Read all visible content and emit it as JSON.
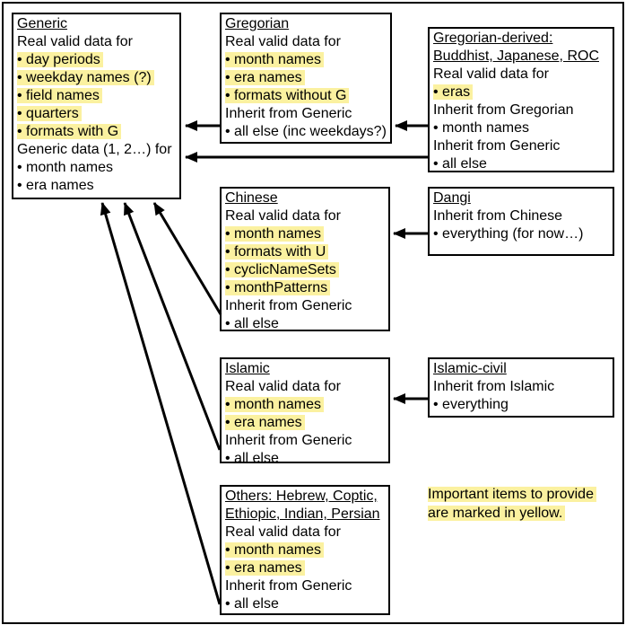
{
  "colors": {
    "highlight": "#FBF1A0",
    "box_border": "#000000",
    "arrow": "#000000",
    "background": "#FFFFFF"
  },
  "boxes": {
    "generic": {
      "lines": [
        "Generic",
        "Real valid data for",
        "• day periods",
        "• weekday names (?)",
        "• field names",
        "• quarters",
        "• formats with G",
        "Generic data (1, 2…) for",
        "• month names",
        "• era names"
      ]
    },
    "gregorian": {
      "lines": [
        "Gregorian",
        "Real valid data for",
        "• month names",
        "• era names",
        "• formats without G",
        "Inherit from Generic",
        "• all else (inc weekdays?)"
      ]
    },
    "gregorian_derived": {
      "lines": [
        "Gregorian-derived:",
        "Buddhist, Japanese, ROC",
        "Real valid data for",
        "• eras",
        "Inherit from Gregorian",
        "• month names",
        "Inherit from Generic",
        "• all else"
      ]
    },
    "chinese": {
      "lines": [
        "Chinese",
        "Real valid data for",
        "• month names",
        "• formats with U",
        "• cyclicNameSets",
        "• monthPatterns",
        "Inherit from Generic",
        "• all else"
      ]
    },
    "dangi": {
      "lines": [
        "Dangi",
        "Inherit from Chinese",
        "• everything (for now…)"
      ]
    },
    "islamic": {
      "lines": [
        "Islamic",
        "Real valid data for",
        "• month names",
        "• era names",
        "Inherit from Generic",
        "• all else"
      ]
    },
    "islamic_civil": {
      "lines": [
        "Islamic-civil",
        "Inherit from Islamic",
        "• everything"
      ]
    },
    "others": {
      "lines": [
        "Others: Hebrew, Coptic,",
        "Ethiopic, Indian, Persian",
        "Real valid data for",
        "• month names",
        "• era names",
        "Inherit from Generic",
        "• all else"
      ]
    }
  },
  "note": {
    "lines": [
      "Important items to provide",
      "are marked in yellow."
    ]
  },
  "arrows": [
    {
      "from": "Gregorian",
      "to": "Generic"
    },
    {
      "from": "Gregorian-derived",
      "to": "Gregorian"
    },
    {
      "from": "Gregorian-derived",
      "to": "Generic"
    },
    {
      "from": "Dangi",
      "to": "Chinese"
    },
    {
      "from": "Chinese",
      "to": "Generic"
    },
    {
      "from": "Islamic-civil",
      "to": "Islamic"
    },
    {
      "from": "Islamic",
      "to": "Generic"
    },
    {
      "from": "Others",
      "to": "Generic"
    }
  ]
}
